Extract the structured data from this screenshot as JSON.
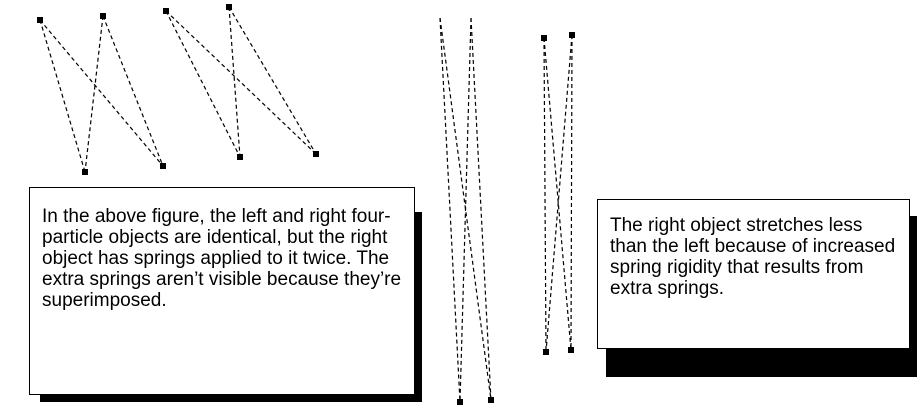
{
  "figure": {
    "spring_color": "#000000",
    "particle_color": "#000000",
    "spring_style": "dashed"
  },
  "notes": {
    "left": "In the above figure, the left and right four-particle objects are identical, but the right object has springs applied to it twice. The extra springs aren’t visible because they’re superimposed.",
    "right": "The right object stretches less than the left because of increased spring rigidity that results from extra springs."
  }
}
